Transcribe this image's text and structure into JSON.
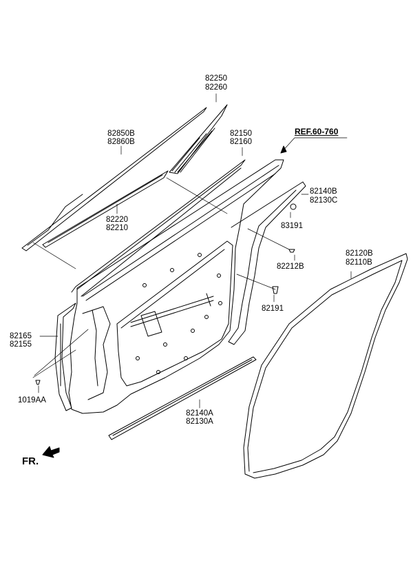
{
  "diagram": {
    "part_labels": {
      "p82250": "82250",
      "p82260": "82260",
      "p82850B": "82850B",
      "p82860B": "82860B",
      "p82150": "82150",
      "p82160": "82160",
      "ref": "REF.60-760",
      "p82140B": "82140B",
      "p82130C": "82130C",
      "p83191": "83191",
      "p82220": "82220",
      "p82210": "82210",
      "p82212B": "82212B",
      "p82120B": "82120B",
      "p82110B": "82110B",
      "p82191": "82191",
      "p82165": "82165",
      "p82155": "82155",
      "p1019AA": "1019AA",
      "p82140A": "82140A",
      "p82130A": "82130A"
    },
    "direction_label": "FR.",
    "colors": {
      "line": "#000000",
      "background": "#ffffff"
    }
  }
}
